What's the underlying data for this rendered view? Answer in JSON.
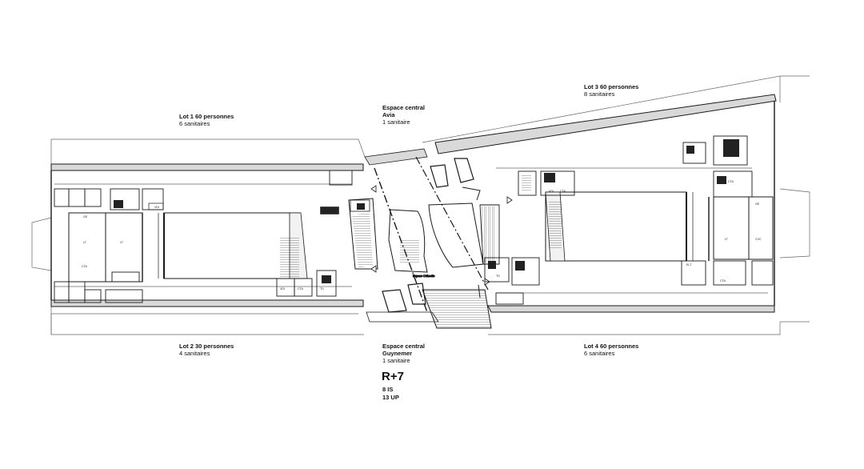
{
  "lots": {
    "lot1": {
      "line1": "Lot 1   60 personnes",
      "line2": "6 sanitaires"
    },
    "lot2": {
      "line1": "Lot 2   30 personnes",
      "line2": "4 sanitaires"
    },
    "lot3": {
      "line1": "Lot 3   60 personnes",
      "line2": "8 sanitaires"
    },
    "lot4": {
      "line1": "Lot 4   60 personnes",
      "line2": "6 sanitaires"
    }
  },
  "central": {
    "avia": {
      "line1": "Espace central",
      "line2": "Avia",
      "line3": "1 sanitaire"
    },
    "guynemer": {
      "line1": "Espace central",
      "line2": "Guynemer",
      "line3": "1 sanitaire"
    },
    "center_tag": "Espace Orthoclie"
  },
  "level": {
    "title": "R+7",
    "line1": "8 IS",
    "line2": "13 UP"
  },
  "room_tags": {
    "lt": "LT",
    "cta": "CTA",
    "vdi": "VDI",
    "td": "TD",
    "ge": "GE",
    "cvc": "CVC",
    "hvac": "ELT"
  },
  "colors": {
    "line": "#1a1a1a",
    "thin": "#555555",
    "fill": "#d9d9d9",
    "dark": "#222222"
  }
}
